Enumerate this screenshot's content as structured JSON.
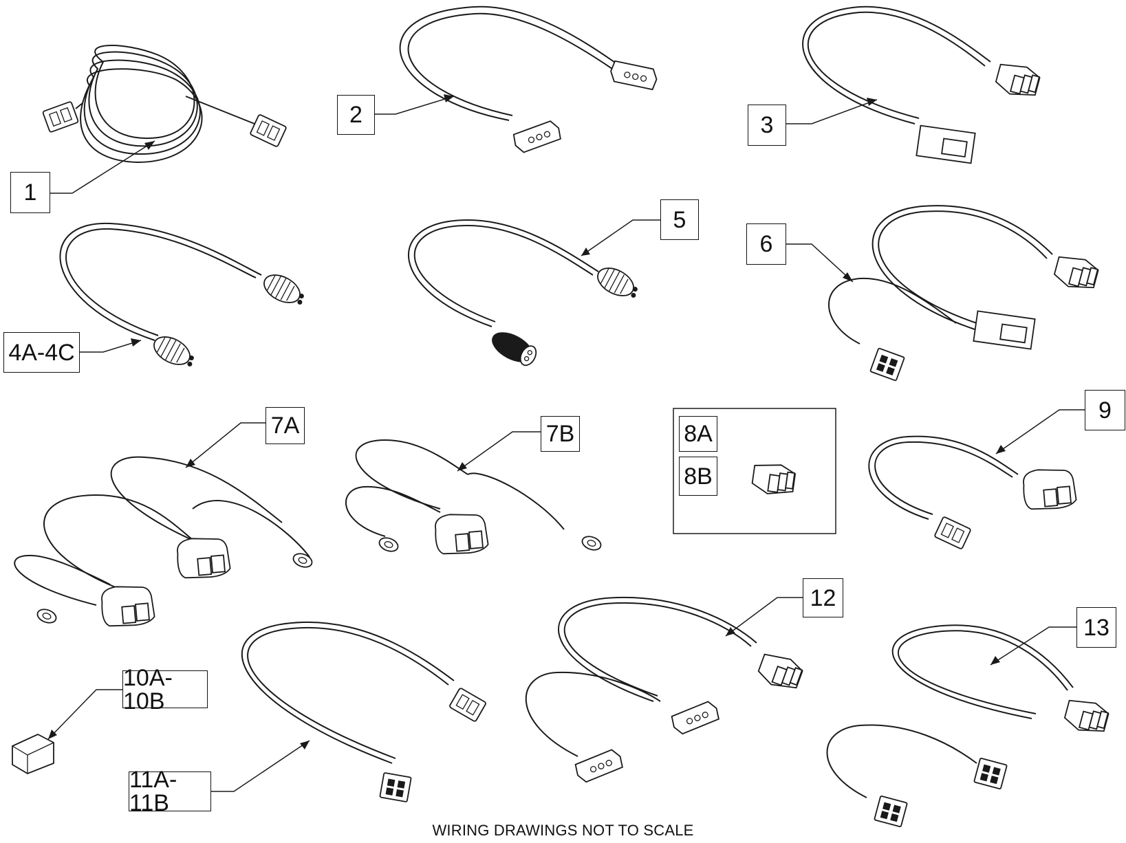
{
  "callouts": {
    "c1": "1",
    "c2": "2",
    "c3": "3",
    "c4": "4A-4C",
    "c5": "5",
    "c6": "6",
    "c7a": "7A",
    "c7b": "7B",
    "c8a": "8A",
    "c8b": "8B",
    "c9": "9",
    "c10": "10A-10B",
    "c11": "11A-11B",
    "c12": "12",
    "c13": "13"
  },
  "footer": "WIRING DRAWINGS NOT TO SCALE",
  "colors": {
    "line": "#1a1a1a",
    "background": "#ffffff"
  }
}
